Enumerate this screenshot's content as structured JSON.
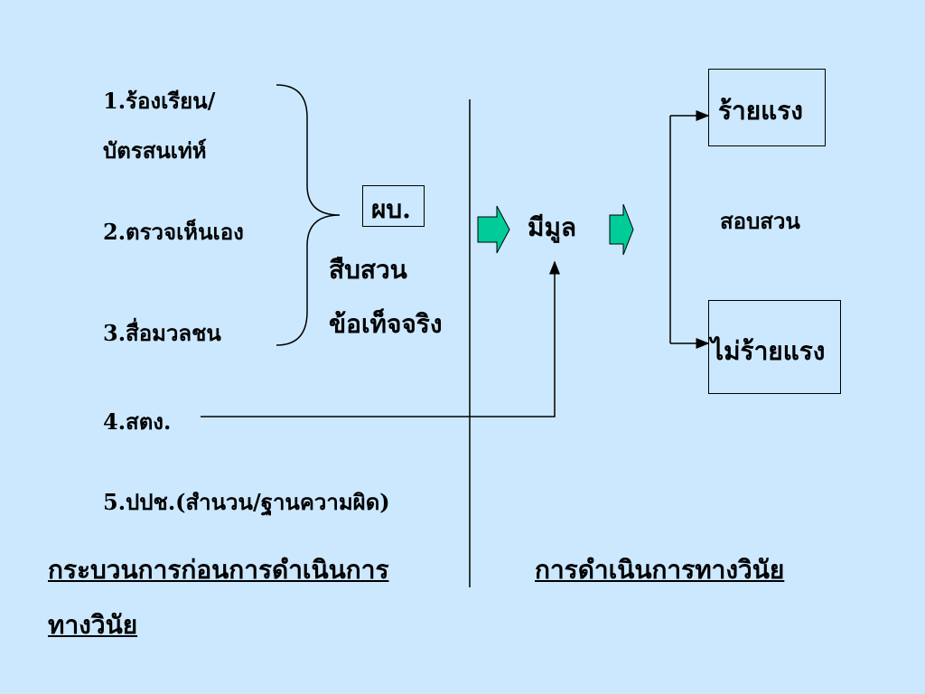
{
  "sources": {
    "s1a": "1.ร้องเรียน/",
    "s1b": "บัตรสนเท่ห์",
    "s2": "2.ตรวจเห็นเอง",
    "s3": "3.สื่อมวลชน",
    "s4": "4.สตง.",
    "s5": "5.ปปช.(สำนวน/ฐานความผิด)"
  },
  "middle": {
    "pb": "ผบ.",
    "investigate1": "สืบสวน",
    "investigate2": "ข้อเท็จจริง",
    "grounds": "มีมูล"
  },
  "outcomes": {
    "severe": "ร้ายแรง",
    "inquiry": "สอบสวน",
    "not_severe": "ไม่ร้ายแรง"
  },
  "footer": {
    "left_line1": "กระบวนการก่อนการดำเนินการ",
    "left_line2": "ทางวินัย",
    "right": "การดำเนินการทางวินัย"
  },
  "colors": {
    "background": "#cce8ff",
    "arrow_fill": "#00cc99"
  }
}
